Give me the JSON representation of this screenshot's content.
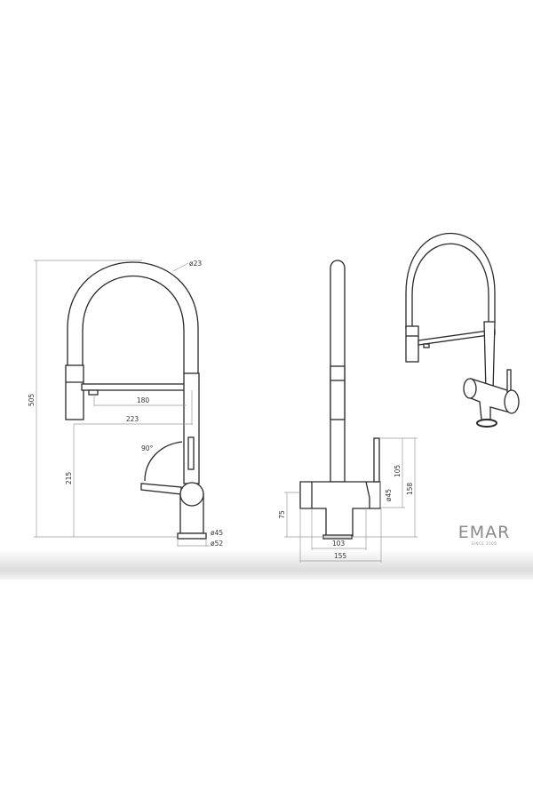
{
  "side_view": {
    "height_total": "505",
    "hose_diameter": "ø23",
    "spout_reach_inner": "180",
    "spout_reach_outer": "223",
    "spray_height": "215",
    "lever_angle": "90°",
    "base_diameter_inner": "ø45",
    "base_diameter_outer": "ø52"
  },
  "front_view": {
    "lever_height": "105",
    "total_body_height": "158",
    "handle_diameter": "ø45",
    "body_height": "75",
    "inner_width": "103",
    "total_width": "155"
  },
  "brand": {
    "logo": "EMAR",
    "tagline": "SINCE 2008"
  },
  "colors": {
    "line": "#2a2a2a",
    "dimension": "#9a9a9a",
    "logo": "#8a8a8a"
  }
}
